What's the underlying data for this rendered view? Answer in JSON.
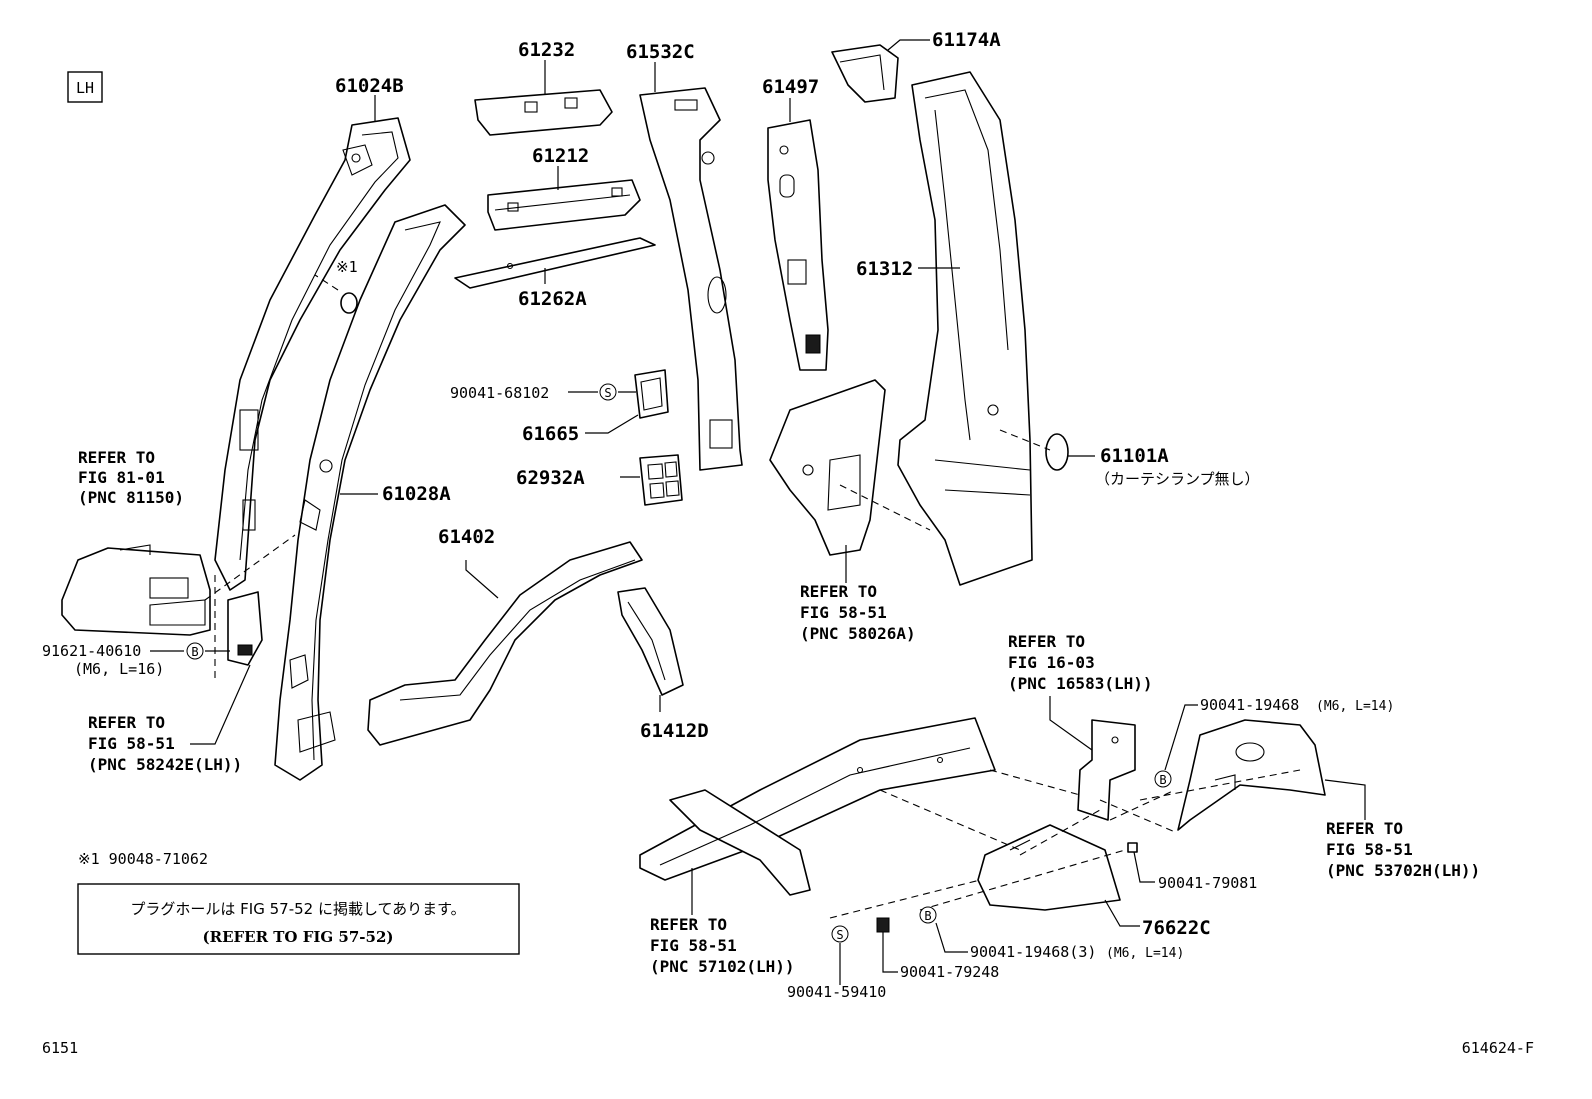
{
  "page": {
    "side_badge": "LH",
    "figure_number": "6151",
    "drawing_id": "614624-F"
  },
  "parts": {
    "p61024B": "61024B",
    "p61232": "61232",
    "p61532C": "61532C",
    "p61174A": "61174A",
    "p61497": "61497",
    "p61212": "61212",
    "p61262A": "61262A",
    "p61312": "61312",
    "p90041_68102": "90041-68102",
    "p61665": "61665",
    "p62932A": "62932A",
    "p61101A": "61101A",
    "p61101A_note": "（カーテシランプ無し）",
    "p61028A": "61028A",
    "p61402": "61402",
    "p61412D": "61412D",
    "p91621_40610": "91621-40610",
    "p91621_40610_spec": "(M6, L=16)",
    "p90041_19468_top": "90041-19468",
    "p90041_19468_top_spec": "(M6, L=14)",
    "p90041_79081": "90041-79081",
    "p76622C": "76622C",
    "p90041_19468_bot": "90041-19468(3)",
    "p90041_19468_bot_spec": "(M6, L=14)",
    "p90041_79248": "90041-79248",
    "p90041_59410": "90041-59410",
    "note_mark": "※1"
  },
  "refs": {
    "r81150": [
      "REFER TO",
      "FIG 81-01",
      "(PNC 81150)"
    ],
    "r58242E": [
      "REFER TO",
      "FIG 58-51",
      "(PNC 58242E(LH))"
    ],
    "r58026A": [
      "REFER TO",
      "FIG 58-51",
      "(PNC 58026A)"
    ],
    "r16583": [
      "REFER TO",
      "FIG 16-03",
      "(PNC 16583(LH))"
    ],
    "r53702H": [
      "REFER TO",
      "FIG 58-51",
      "(PNC 53702H(LH))"
    ],
    "r57102": [
      "REFER TO",
      "FIG 58-51",
      "(PNC 57102(LH))"
    ]
  },
  "symbols": {
    "s": "S",
    "b": "B"
  },
  "notes": {
    "footnote": "※1 90048-71062",
    "plug_hole_jp": "プラグホールは FIG 57-52 に掲載してあります。",
    "plug_hole_en": "(REFER TO FIG 57-52)"
  }
}
